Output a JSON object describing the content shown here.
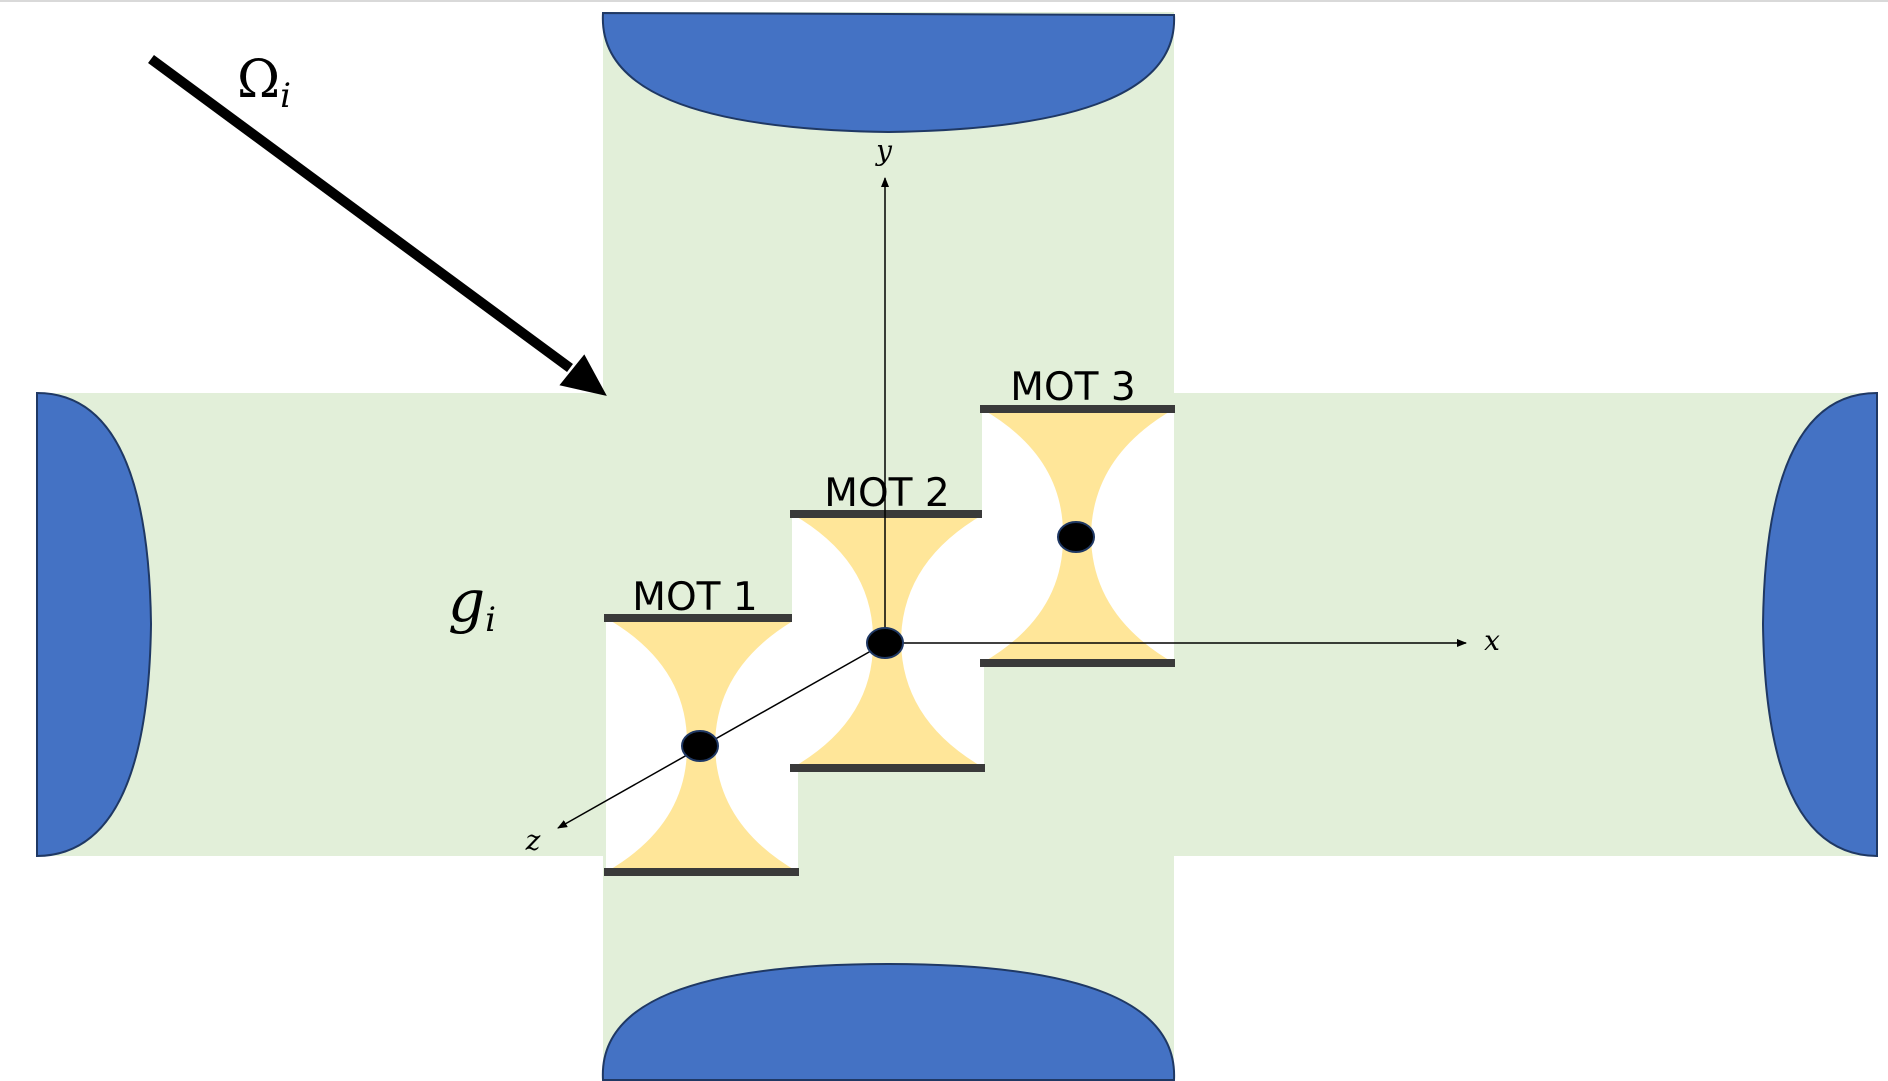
{
  "labels": {
    "omega": "Ω",
    "omega_sub": "i",
    "g": "g",
    "g_sub": "i",
    "x_axis": "x",
    "y_axis": "y",
    "z_axis": "z",
    "mot1": "MOT 1",
    "mot2": "MOT 2",
    "mot3": "MOT 3"
  },
  "colors": {
    "cavity_mode": "#e2efd9",
    "mirror": "#4472c4",
    "mirror_edge": "#1f3864",
    "beam_waist": "#ffe699",
    "mot_bar": "#3a3a3a",
    "atom": "#000000",
    "arrow": "#000000"
  }
}
